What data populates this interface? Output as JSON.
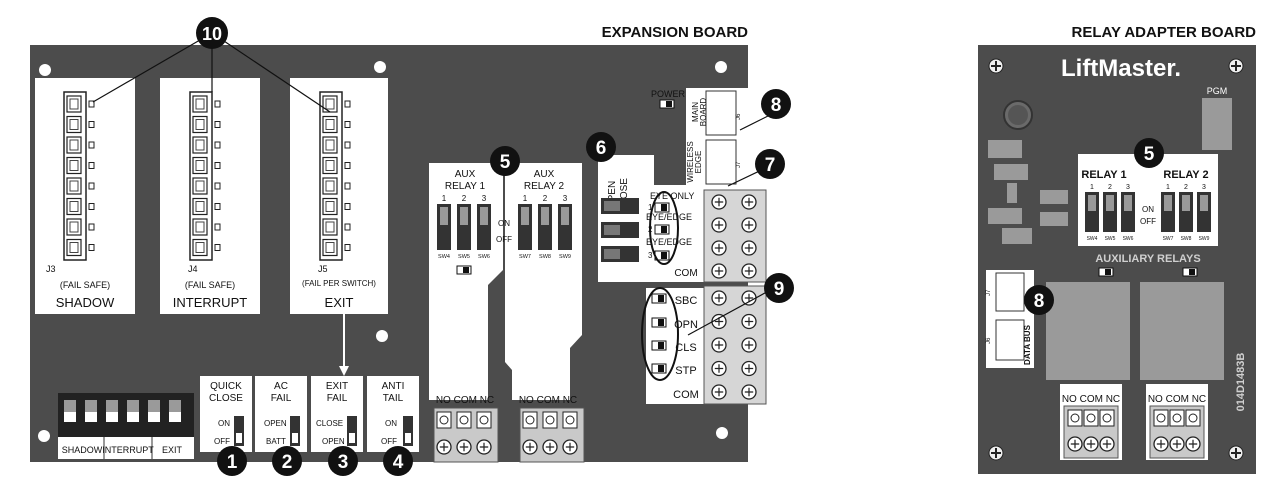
{
  "expansion": {
    "title": "EXPANSION BOARD",
    "power": "POWER",
    "j3": "J3",
    "j4": "J4",
    "j5": "J5",
    "j3_mode": "(FAIL SAFE)",
    "j4_mode": "(FAIL SAFE)",
    "j5_mode": "(FAIL PER SWITCH)",
    "shadow": "SHADOW",
    "interrupt": "INTERRUPT",
    "exit": "EXIT",
    "term_labels": [
      "SHADOW",
      "INTERRUPT",
      "EXIT"
    ],
    "quick": "QUICK",
    "close": "CLOSE",
    "ac": "AC",
    "fail": "FAIL",
    "exit_fail_1": "EXIT",
    "exit_fail_2": "FAIL",
    "anti": "ANTI",
    "tail": "TAIL",
    "on": "ON",
    "off": "OFF",
    "open": "OPEN",
    "batt": "BATT",
    "close_opt": "CLOSE",
    "open_opt": "OPEN",
    "aux": "AUX",
    "relay1": "RELAY 1",
    "relay2": "RELAY 2",
    "nocomnc": "NO COM NC",
    "sw": [
      "SW4",
      "SW5",
      "SW6",
      "SW7",
      "SW8",
      "SW9"
    ],
    "open_v": "OPEN",
    "close_v": "CLOSE",
    "eye_only": "EYE ONLY",
    "eye_edge": "EYE/EDGE",
    "com": "COM",
    "main_board": [
      "MAIN",
      "BOARD"
    ],
    "wireless_edge": [
      "WIRELESS",
      "EDGE"
    ],
    "j6": "J6",
    "j7": "J7",
    "sbc": "SBC",
    "opn": "OPN",
    "cls": "CLS",
    "stp": "STP",
    "nums": [
      "1",
      "2",
      "3"
    ]
  },
  "relay_board": {
    "title": "RELAY ADAPTER BOARD",
    "brand": "LiftMaster.",
    "pgm": "PGM",
    "relay1": "RELAY 1",
    "relay2": "RELAY 2",
    "on": "ON",
    "off": "OFF",
    "aux_relays": "AUXILIARY RELAYS",
    "nocomnc": "NO COM NC",
    "data_bus": "DATA BUS",
    "part": "014D1483B",
    "j6": "J6",
    "j7": "J7"
  },
  "callouts": [
    "1",
    "2",
    "3",
    "4",
    "5",
    "6",
    "7",
    "8",
    "9",
    "10"
  ],
  "colors": {
    "board": "#4c4c4c",
    "white": "#ffffff",
    "gray": "#d6d6d6",
    "badge": "#111111"
  }
}
